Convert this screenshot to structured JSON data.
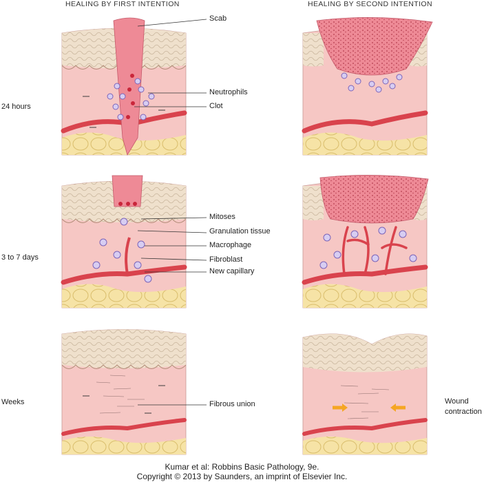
{
  "headers": {
    "first": "HEALING BY FIRST INTENTION",
    "second": "HEALING BY SECOND INTENTION"
  },
  "rows": [
    "24 hours",
    "3 to 7 days",
    "Weeks"
  ],
  "callouts": {
    "scab": "Scab",
    "neutrophils": "Neutrophils",
    "clot": "Clot",
    "mitoses": "Mitoses",
    "granulation": "Granulation tissue",
    "macrophage": "Macrophage",
    "fibroblast": "Fibroblast",
    "capillary": "New capillary",
    "fibrous_union": "Fibrous union",
    "wound_line1": "Wound",
    "wound_line2": "contraction"
  },
  "caption": {
    "line1": "Kumar et al: Robbins Basic Pathology, 9e.",
    "line2": "Copyright © 2013  by Saunders, an imprint of Elsevier Inc."
  },
  "colors": {
    "epidermis": "#efe0cc",
    "dermis": "#f6c7c4",
    "scab": "#ee8a96",
    "vessel": "#d9434d",
    "fat": "#f6e3a6",
    "cell": "#7c64b8",
    "arrow": "#f5a623"
  }
}
